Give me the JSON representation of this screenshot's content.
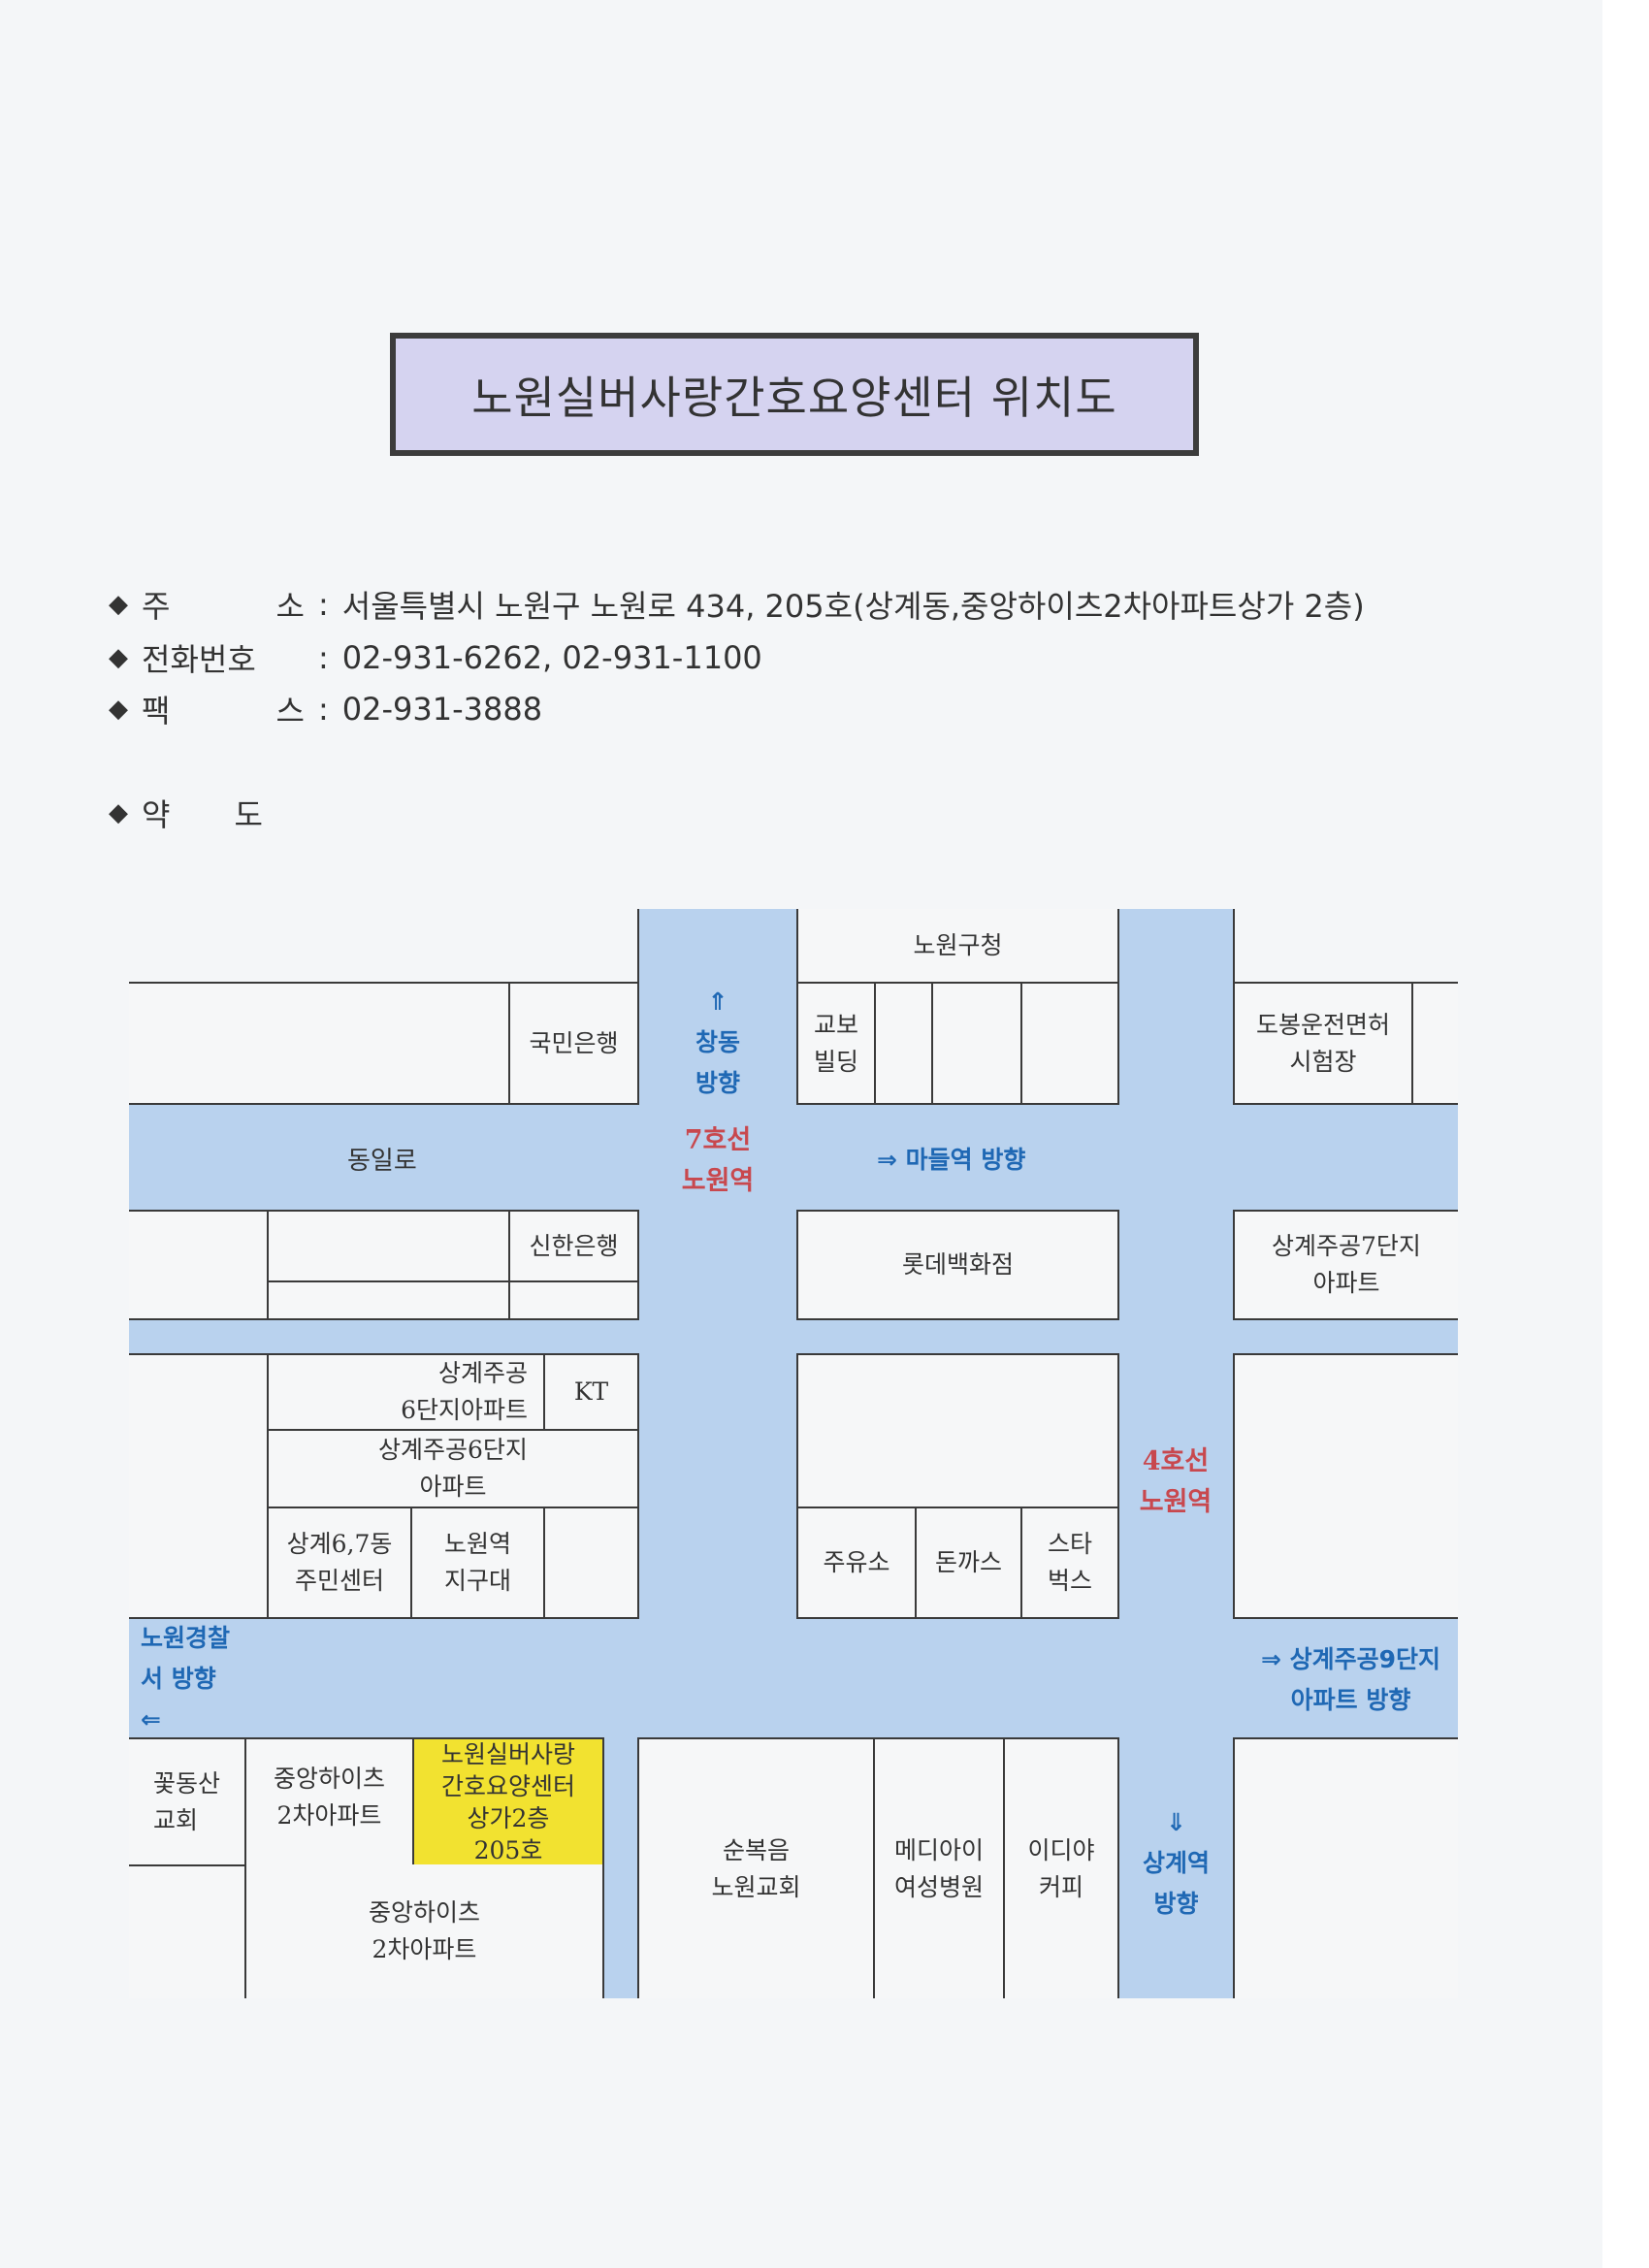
{
  "title": "노원실버사랑간호요양센터 위치도",
  "info": {
    "bullet": "◆",
    "address": {
      "label_1": "주",
      "label_2": "소",
      "value": "서울특별시 노원구 노원로 434, 205호(상계동,중앙하이츠2차아파트상가 2층)"
    },
    "phone": {
      "label": "전화번호",
      "value": "02-931-6262, 02-931-1100"
    },
    "fax": {
      "label_1": "팩",
      "label_2": "스",
      "value": "02-931-3888"
    },
    "map_heading": {
      "label_1": "약",
      "label_2": "도"
    },
    "colon": ":"
  },
  "map": {
    "colors": {
      "road": "#b9d2ee",
      "highlight": "#f2e230",
      "direction_text": "#1f68b4",
      "station_text": "#c8484e"
    },
    "roads": {
      "main_horizontal": "동일로"
    },
    "stations": {
      "line7": "7호선\n노원역",
      "line4": "4호선\n노원역"
    },
    "directions": {
      "north": "⇑\n창동\n방향",
      "east": "⇒ 마들역 방향",
      "west": "노원경찰\n서  방향\n⇐",
      "east_lower": "⇒ 상계주공9단지\n아파트 방향",
      "south": "⇓\n상계역\n방향"
    },
    "buildings": {
      "kookmin_bank": "국민은행",
      "nowon_gu_office": "노원구청",
      "kyobo": "교보\n빌딩",
      "dobong_license": "도봉운전면허\n시험장",
      "shinhan_bank": "신한은행",
      "lotte_dept": "롯데백화점",
      "sanggye7": "상계주공7단지\n아파트",
      "sanggye6_small": "상계주공\n6단지아파트",
      "kt": "KT",
      "sanggye6": "상계주공6단지\n아파트",
      "community_center": "상계6,7동\n주민센터",
      "police_box": "노원역\n지구대",
      "gas_station": "주유소",
      "tonkatsu": "돈까스",
      "starbucks": "스타\n벅스",
      "flower_church": "꽃동산\n교회",
      "jungang_heights_a": "중앙하이츠\n2차아파트",
      "target": "노원실버사랑\n간호요양센터\n상가2층\n205호",
      "jungang_heights_b": "중앙하이츠\n2차아파트",
      "full_gospel_church": "순복음\n노원교회",
      "medi_eye": "메디아이\n여성병원",
      "ediya": "이디야\n커피"
    }
  }
}
